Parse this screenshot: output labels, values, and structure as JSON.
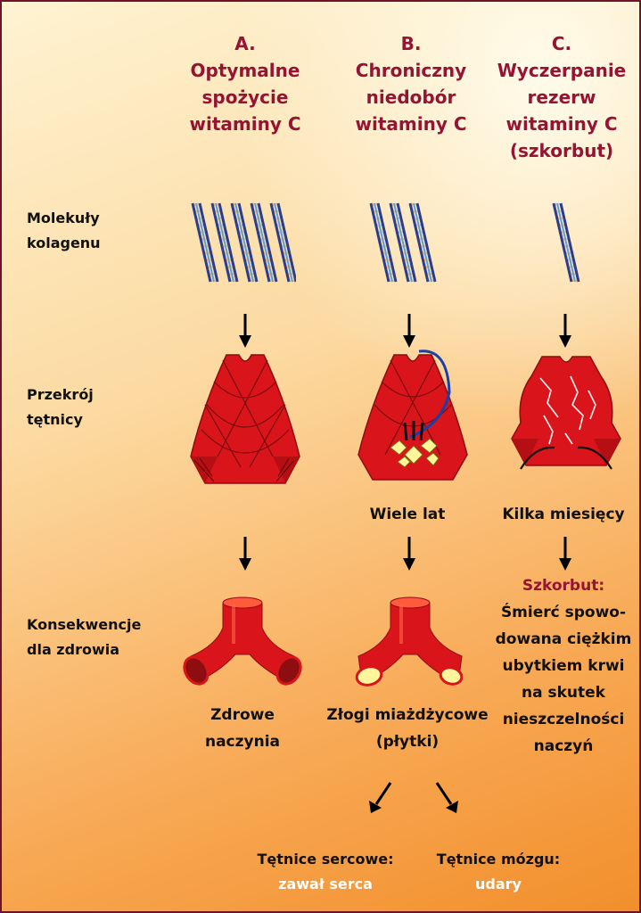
{
  "columns": [
    {
      "letter": "A.",
      "title_lines": [
        "Optymalne",
        "spożycie",
        "witaminy C"
      ]
    },
    {
      "letter": "B.",
      "title_lines": [
        "Chroniczny",
        "niedobór",
        "witaminy C"
      ]
    },
    {
      "letter": "C.",
      "title_lines": [
        "Wyczerpanie",
        "rezerw",
        "witaminy C",
        "(szkorbut)"
      ]
    }
  ],
  "row_labels": {
    "collagen": [
      "Molekuły",
      "kolagenu"
    ],
    "artery": [
      "Przekrój",
      "tętnicy"
    ],
    "health": [
      "Konsekwencje",
      "dla zdrowia"
    ]
  },
  "time_labels": {
    "b": "Wiele lat",
    "c": "Kilka miesięcy"
  },
  "outcomes": {
    "a": [
      "Zdrowe",
      "naczynia"
    ],
    "b": [
      "Złogi miażdżycowe",
      "(płytki)"
    ],
    "c_title": "Szkorbut:",
    "c_lines": [
      "Śmierć spowo-",
      "dowana ciężkim",
      "ubytkiem krwi",
      "na skutek",
      "nieszczelności",
      "naczyń"
    ]
  },
  "bottom": {
    "heart_title": "Tętnice sercowe:",
    "heart_result": "zawał serca",
    "brain_title": "Tętnice mózgu:",
    "brain_result": "udary"
  },
  "colors": {
    "title_red": "#961334",
    "artery_red": "#d9141b",
    "plaque_yellow": "#fff59a",
    "white": "#ffffff"
  },
  "icons": {
    "arrow": "down-arrow-icon",
    "collagen": "collagen-strand-icon"
  }
}
